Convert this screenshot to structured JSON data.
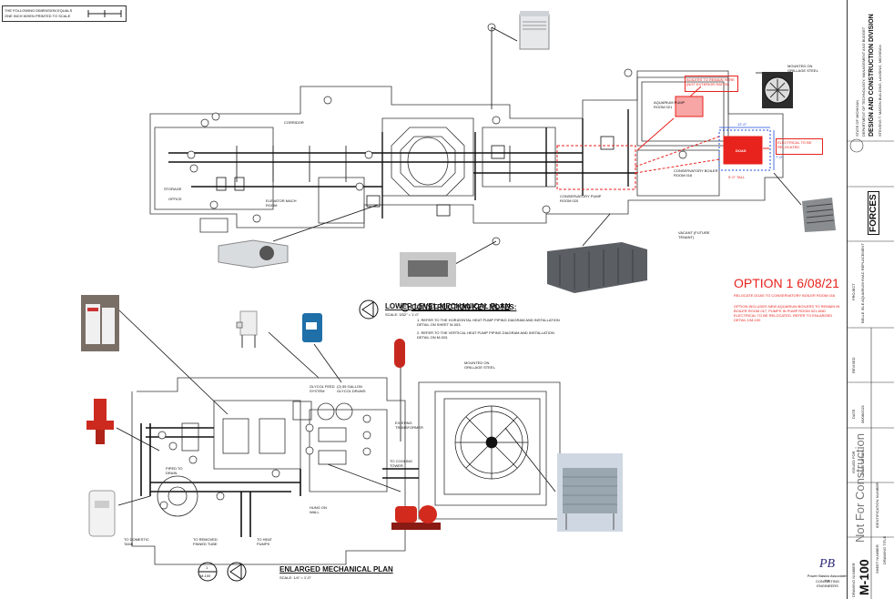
{
  "scale_note": {
    "line1": "THE FOLLOWING DIMENSION EQUALS",
    "line2": "ONE INCH WHEN PRINTED TO SCALE"
  },
  "lower_plan": {
    "title": "LOWER LEVEL MECHANICAL PLAN",
    "scale": "SCALE: 3/32\" = 1'-0\""
  },
  "enlarged_plan": {
    "title": "ENLARGED MECHANICAL PLAN",
    "scale": "SCALE: 1/4\" = 1'-0\"",
    "detail_num": "1",
    "detail_sheet": "M-100"
  },
  "key_notes": {
    "title": "CONSTRUCTION KEY NOTES:",
    "notes": [
      "1. REFER TO THE HORIZONTAL HEAT PUMP PIPING DIAGRAM AND INSTALLATION DETAIL ON SHEET M-003.",
      "2. REFER TO THE VERTICAL HEAT PUMP PIPING DIAGRAM AND INSTALLATION DETAIL ON M-003."
    ]
  },
  "option": {
    "title": "OPTION 1  6/08/21",
    "line1": "RELOCATE DOAS TO CONSERVATORY BOILER ROOM 016",
    "line2": "OPTION INCLUDES NEW AQUARIUM BOILERS TO REMAIN IN BOILER ROOM 017, PUMPS IN PUMP ROOM 021 AND ELECTRICAL TO BE RELOCATED. REFER TO ENLARGED DETAIL 1/M-100"
  },
  "callouts": {
    "boilers": "BOILERS TO REMAIN HERE (NOT EXTERIOR RATED)",
    "electrical": "ELECTRICAL TO BE RELOCATED",
    "doas": "DOAS",
    "tall": "5'-0\" TALL",
    "dim_a": "12'-0\"",
    "dim_b": "7'-0\""
  },
  "rooms": {
    "aquarium_pump": "AQUARIUM PUMP ROOM 021",
    "conservatory_boiler": "CONSERVATORY BOILER ROOM 016",
    "conservatory_pump": "CONSERVATORY PUMP ROOM 020",
    "storage": "STORAGE",
    "corridor": "CORRIDOR",
    "vacant": "VACANT (FUTURE TENANT)",
    "office": "OFFICE",
    "elev_mach": "ELEVATOR MACH ROOM",
    "mounted_on_steel": "MOUNTED ON GRILLAGE STEEL",
    "glycol": "GLYCOL FEED SYSTEM",
    "glycol_drum": "(2) 55 GALLON GLYCOL DRUMS",
    "to_cooling_tower": "TO COOLING TOWER",
    "existing_transformer": "EXISTING TRANSFORMER",
    "hung_on_wall": "HUNG ON WALL",
    "to_heat_pumps": "TO HEAT PUMPS",
    "to_removed_finned_tube": "TO REMOVED FINNED TUBE",
    "to_domestic_tank": "TO DOMESTIC TANK",
    "piped_to_drain": "PIPED TO DRAIN"
  },
  "firm": {
    "name": "Power Basics Associates Inc",
    "details": "CONSULTING ENGINEERS"
  },
  "title_block": {
    "agency_l1": "STATE OF MICHIGAN",
    "agency_l2": "DEPARTMENT OF TECHNOLOGY, MANAGEMENT AND BUDGET",
    "agency_l3": "DESIGN AND CONSTRUCTION DIVISION",
    "agency_l4": "STEVENS T. MASON BUILDING, LANSING, MICHIGAN",
    "firm_logo": "FORCES",
    "project_label": "PROJECT",
    "project_name": "BELLE ISLE AQUARIUM HVAC REPLACEMENT",
    "not_for_construction": "Not For Construction",
    "sheet_number": "M-100",
    "sheet_title_label": "DRAWING TITLE",
    "sheet_title": "LOWER LEVEL MECHANICAL PLAN",
    "revised_label": "REVISED",
    "date_label": "DATE",
    "issued_label": "ISSUED FOR",
    "drawing_number_label": "DRAWING NUMBER",
    "sheet_label": "SHEET NUMBER",
    "identification_label": "IDENTIFICATION NUMBER",
    "date_value": "06/08/2021",
    "issued_value": "DOAS OPTION 1"
  },
  "colors": {
    "accent_red": "#e8221c",
    "callout_fill": "#f7a5a5",
    "line": "#222222",
    "blue": "#1e4ed8"
  }
}
